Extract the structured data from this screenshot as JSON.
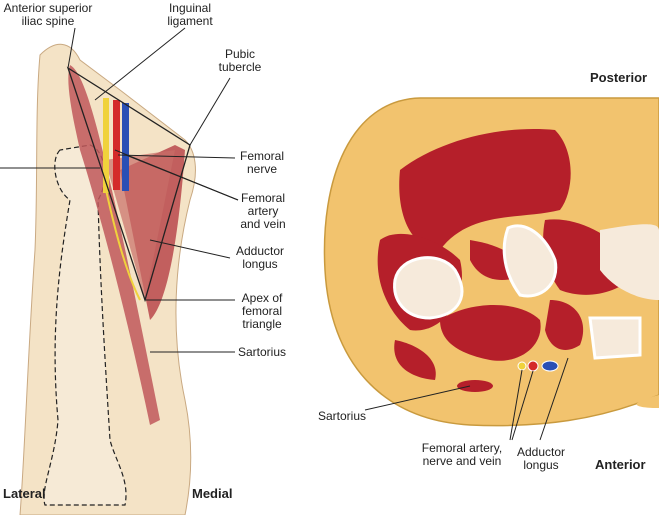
{
  "left_panel": {
    "labels": {
      "asis": [
        "Anterior superior",
        "iliac spine"
      ],
      "inguinal": [
        "Inguinal",
        "ligament"
      ],
      "pubic": [
        "Pubic",
        "tubercle"
      ],
      "femoral_nerve": [
        "Femoral",
        "nerve"
      ],
      "femoral_av": [
        "Femoral",
        "artery",
        "and vein"
      ],
      "adductor": [
        "Adductor",
        "longus"
      ],
      "apex": [
        "Apex of",
        "femoral",
        "triangle"
      ],
      "sartorius": "Sartorius",
      "lateral": "Lateral",
      "medial": "Medial"
    }
  },
  "right_panel": {
    "labels": {
      "posterior": "Posterior",
      "anterior": "Anterior",
      "sartorius": "Sartorius",
      "femoral": [
        "Femoral artery,",
        "nerve and vein"
      ],
      "adductor": [
        "Adductor",
        "longus"
      ]
    }
  },
  "colors": {
    "skin": "#f4e3c6",
    "fat": "#f2c36e",
    "muscle": "#b51f2a",
    "bone": "#f6eadb",
    "artery": "#d42a2a",
    "vein": "#2a4fb5",
    "nerve": "#f0d23c"
  }
}
